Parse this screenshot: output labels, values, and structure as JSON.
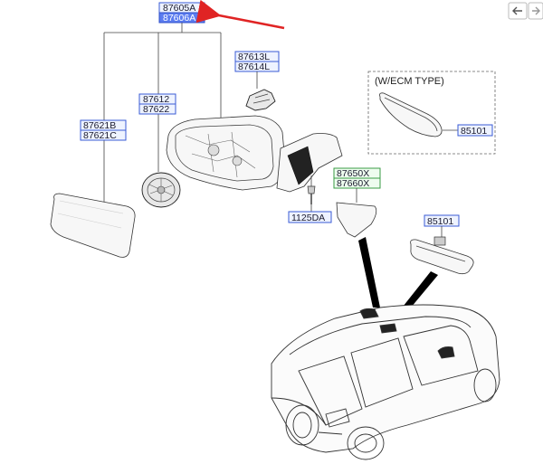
{
  "nav": {
    "back_icon": "arrow-left-icon",
    "forward_icon": "arrow-right-icon"
  },
  "ecm": {
    "title": "(W/ECM TYPE)",
    "part": "85101"
  },
  "parts": {
    "mirror_assy_a": "87605A",
    "mirror_assy_b": "87606A",
    "cover_l": "87613L",
    "cover_r": "87614L",
    "actuator_a": "87612",
    "actuator_b": "87622",
    "glass_a": "87621B",
    "glass_b": "87621C",
    "cap_a": "87650X",
    "cap_b": "87660X",
    "screw": "1125DA",
    "inside_mirror": "85101"
  },
  "colors": {
    "label_border": "#3a5bd6",
    "selected_fill": "#5b7cf0",
    "green_border": "#3a9b45",
    "arrow": "#e02424"
  }
}
